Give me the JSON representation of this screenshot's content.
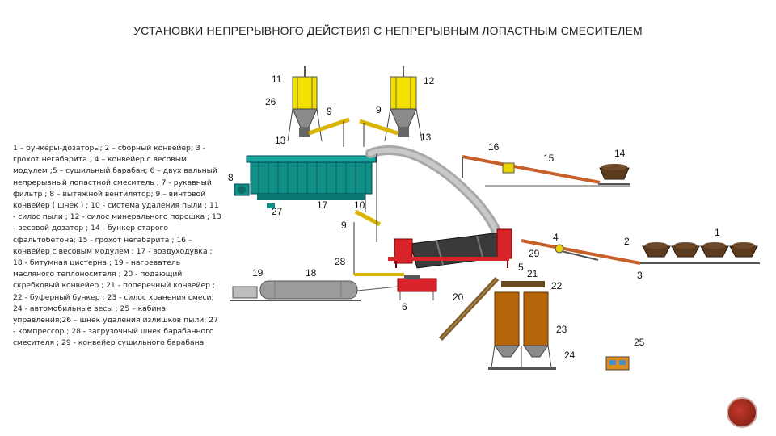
{
  "title": "УСТАНОВКИ НЕПРЕРЫВНОГО ДЕЙСТВИЯ С НЕПРЕРЫВНЫМ ЛОПАСТНЫМ СМЕСИТЕЛЕМ",
  "legend_text": "1 – бункеры-дозаторы; 2 – сборный конвейер; 3 - грохот негабарита ; 4 – конвейер с весовым модулем ;5 – сушильный барабан; 6 – двух вальный непрерывный лопастной смеситель ; 7 - рукавный фильтр ; 8 – вытяжной вентилятор; 9 – винтовой конвейер ( шнек ) ; 10 - система удаления пыли ; 11 - силос пыли ; 12 - силос минерального порошка ; 13 - весовой дозатор ; 14 - бункер старого сфальтобетона; 15 - грохот негабарита ; 16 – конвейер с весовым модулем ; 17 - воздуходувка ; 18 - битумная цистерна ; 19 - нагреватель масляного теплоносителя ; 20 - подающий скребковый конвейер ; 21 - поперечный конвейер ; 22 - буферный бункер ; 23 - силос хранения смеси; 24 - автомобильные весы ; 25 – кабина управления;26 – шнек удаления излишков пыли; 27 - компрессор ; 28 - загрузочный шнек барабанного смесителя ; 29 - конвейер сушильного барабана",
  "labels": {
    "l1": "1",
    "l2": "2",
    "l3": "3",
    "l4": "4",
    "l5": "5",
    "l6": "6",
    "l8": "8",
    "l9a": "9",
    "l9b": "9",
    "l9c": "9",
    "l10": "10",
    "l11": "11",
    "l12": "12",
    "l13a": "13",
    "l13b": "13",
    "l14": "14",
    "l15": "15",
    "l16": "16",
    "l17": "17",
    "l18": "18",
    "l19": "19",
    "l20": "20",
    "l21": "21",
    "l22": "22",
    "l23": "23",
    "l24": "24",
    "l25": "25",
    "l26": "26",
    "l27": "27",
    "l28": "28",
    "l29": "29"
  },
  "colors": {
    "silo_yellow": "#f2e000",
    "baghouse_teal": "#0f8f86",
    "drum_dark": "#3a3a3a",
    "drum_red": "#d8232a",
    "duct_gray": "#a8a8a8",
    "storage_brown": "#b5650a",
    "tank_gray": "#9c9c9c",
    "bin_brown": "#5b3a1e",
    "conveyor_orange": "#c8602a"
  }
}
